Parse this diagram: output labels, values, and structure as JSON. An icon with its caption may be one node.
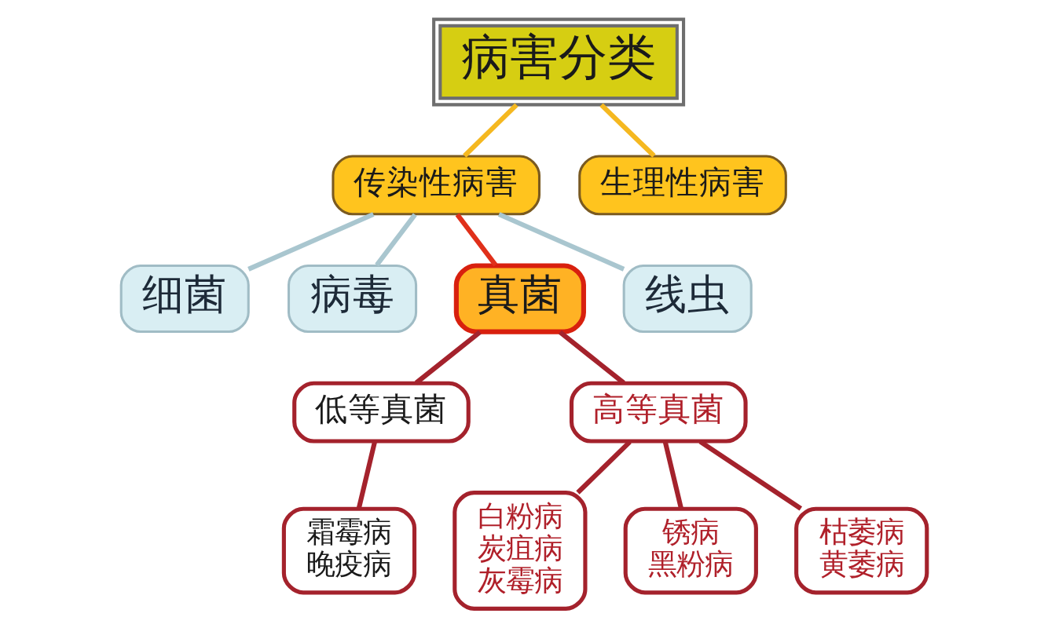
{
  "diagram": {
    "nodes": [
      {
        "text": [
          "病害分类"
        ]
      },
      {
        "text": [
          "传染性病害"
        ]
      },
      {
        "text": [
          "生理性病害"
        ]
      },
      {
        "text": [
          "细菌"
        ]
      },
      {
        "text": [
          "病毒"
        ]
      },
      {
        "text": [
          "真菌"
        ]
      },
      {
        "text": [
          "线虫"
        ]
      },
      {
        "text": [
          "低等真菌"
        ]
      },
      {
        "text": [
          "高等真菌"
        ]
      },
      {
        "text": [
          "霜霉病",
          "晚疫病"
        ]
      },
      {
        "text": [
          "白粉病",
          "炭疽病",
          "灰霉病"
        ]
      },
      {
        "text": [
          "锈病",
          "黑粉病"
        ]
      },
      {
        "text": [
          "枯萎病",
          "黄萎病"
        ]
      }
    ],
    "edges": [
      {
        "from": 0,
        "to": 1,
        "arrow": "none",
        "color": "#f5b820"
      },
      {
        "from": 0,
        "to": 2,
        "arrow": "none",
        "color": "#f5b820"
      },
      {
        "from": 1,
        "to": 3,
        "arrow": "none",
        "color": "#a9c6cf"
      },
      {
        "from": 1,
        "to": 4,
        "arrow": "none",
        "color": "#a9c6cf"
      },
      {
        "from": 1,
        "to": 5,
        "arrow": "none",
        "color": "#e0301a"
      },
      {
        "from": 1,
        "to": 6,
        "arrow": "none",
        "color": "#a9c6cf"
      },
      {
        "from": 5,
        "to": 7,
        "arrow": "none"
      },
      {
        "from": 5,
        "to": 8,
        "arrow": "none"
      },
      {
        "from": 7,
        "to": 9,
        "arrow": "none"
      },
      {
        "from": 8,
        "to": 10,
        "arrow": "none"
      },
      {
        "from": 8,
        "to": 11,
        "arrow": "none"
      },
      {
        "from": 8,
        "to": 12,
        "arrow": "none"
      }
    ]
  }
}
